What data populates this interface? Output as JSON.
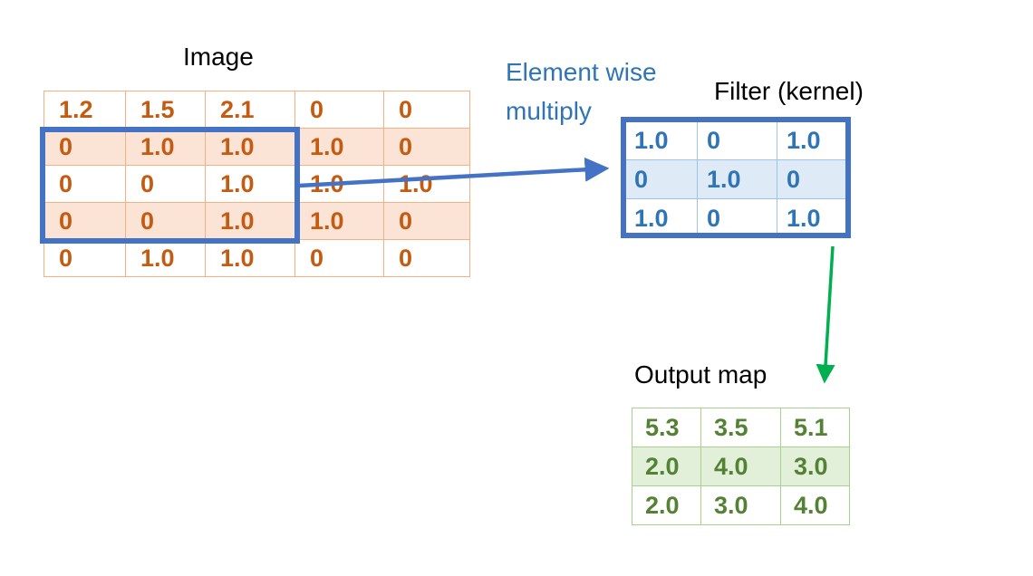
{
  "image": {
    "title": "Image",
    "rows": [
      [
        "1.2",
        "1.5",
        "2.1",
        "0",
        "0"
      ],
      [
        "0",
        "1.0",
        "1.0",
        "1.0",
        "0"
      ],
      [
        "0",
        "0",
        "1.0",
        "1.0",
        "1.0"
      ],
      [
        "0",
        "0",
        "1.0",
        "1.0",
        "0"
      ],
      [
        "0",
        "1.0",
        "1.0",
        "0",
        "0"
      ]
    ]
  },
  "operation": {
    "label_line1": "Element wise",
    "label_line2": "multiply"
  },
  "filter": {
    "title": "Filter (kernel)",
    "rows": [
      [
        "1.0",
        "0",
        "1.0"
      ],
      [
        "0",
        "1.0",
        "0"
      ],
      [
        "1.0",
        "0",
        "1.0"
      ]
    ]
  },
  "output": {
    "title": "Output map",
    "rows": [
      [
        "5.3",
        "3.5",
        "5.1"
      ],
      [
        "2.0",
        "4.0",
        "3.0"
      ],
      [
        "2.0",
        "3.0",
        "4.0"
      ]
    ]
  },
  "colors": {
    "image_text": "#c55a11",
    "image_border": "#f4b183",
    "image_fill": "#fbe3d6",
    "filter_text": "#2f75b5",
    "filter_border": "#9dc3e6",
    "filter_fill": "#deebf7",
    "output_text": "#548235",
    "output_border": "#a9d18e",
    "output_fill": "#e2f0d9",
    "highlight_box": "#4472c4",
    "arrow_to_filter": "#4472c4",
    "arrow_to_output": "#00b050"
  }
}
